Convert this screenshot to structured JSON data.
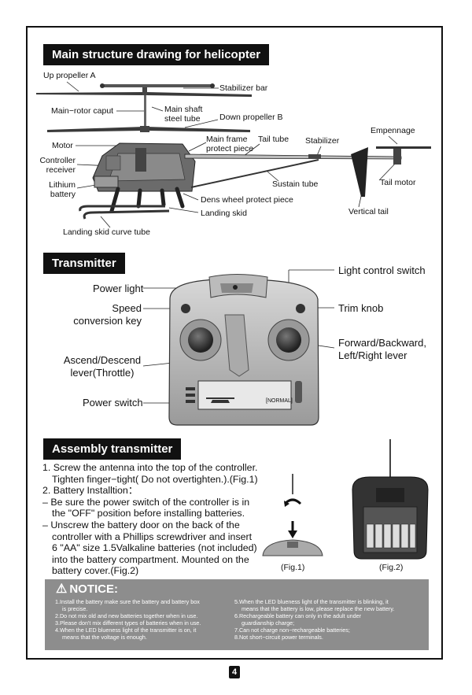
{
  "sections": {
    "main_structure": "Main structure drawing for helicopter",
    "transmitter": "Transmitter",
    "assembly": "Assembly transmitter"
  },
  "helicopter_labels": {
    "up_propeller": "Up propeller A",
    "stabilizer_bar": "Stabilizer bar",
    "main_rotor_caput": "Main−rotor caput",
    "main_shaft_1": "Main shaft",
    "main_shaft_2": "steel tube",
    "down_propeller": "Down propeller B",
    "empennage": "Empennage",
    "motor": "Motor",
    "main_frame_1": "Main frame",
    "main_frame_2": "protect piece",
    "tail_tube": "Tail tube",
    "stabilizer": "Stabilizer",
    "controller_receiver_1": "Controller",
    "controller_receiver_2": "receiver",
    "lithium_battery_1": "Lithium",
    "lithium_battery_2": "battery",
    "sustain_tube": "Sustain tube",
    "tail_motor": "Tail motor",
    "dens_wheel": "Dens wheel protect piece",
    "vertical_tail": "Vertical tail",
    "landing_skid": "Landing skid",
    "landing_skid_curve": "Landing skid curve tube"
  },
  "transmitter_labels": {
    "light_control_switch": "Light control switch",
    "power_light": "Power light",
    "speed_conversion_1": "Speed",
    "speed_conversion_2": "conversion key",
    "trim_knob": "Trim knob",
    "ascend_descend_1": "Ascend/Descend",
    "ascend_descend_2": "lever(Throttle)",
    "forward_backward_1": "Forward/Backward,",
    "forward_backward_2": "Left/Right lever",
    "power_switch": "Power switch",
    "screen_normal": "[NORMAL]"
  },
  "assembly_text": {
    "line1": "1. Screw the antenna into the top of the controller.",
    "line2": "Tighten finger−tight( Do not overtighten.).(Fig.1)",
    "line3": "2. Battery Installtion：",
    "line4": "– Be sure the power switch of the controller is in",
    "line5": "the \"OFF\" position before installing batteries.",
    "line6": "– Unscrew the battery door on the back of the",
    "line7": "controller with a Phillips screwdriver and insert",
    "line8": "6 \"AA\" size 1.5Valkaline batteries (not included)",
    "line9": "into the battery compartment. Mounted on the",
    "line10": "battery cover.(Fig.2)",
    "fig1": "(Fig.1)",
    "fig2": "(Fig.2)"
  },
  "notice": {
    "title": "NOTICE:",
    "left": [
      "1.Install the battery make sure the battery and battery box",
      "is precise.",
      "2.Do not mix old and new batteries together when in use.",
      "3.Please don't mix different types of batteries when in use.",
      "4.When the LED blueness light of the transmitter is on, it",
      "means that the voltage is enough."
    ],
    "right": [
      "5.When the LED blueness light of the transmitter is blinking, it",
      "means that the battery is low, please replace the new battery.",
      "6.Rechargeable battery can only in the adult under",
      "guardianship charge;",
      "7.Can not charge non−rechargeable batteries;",
      "8.Not short−circuit power terminals."
    ]
  },
  "page_number": "4"
}
